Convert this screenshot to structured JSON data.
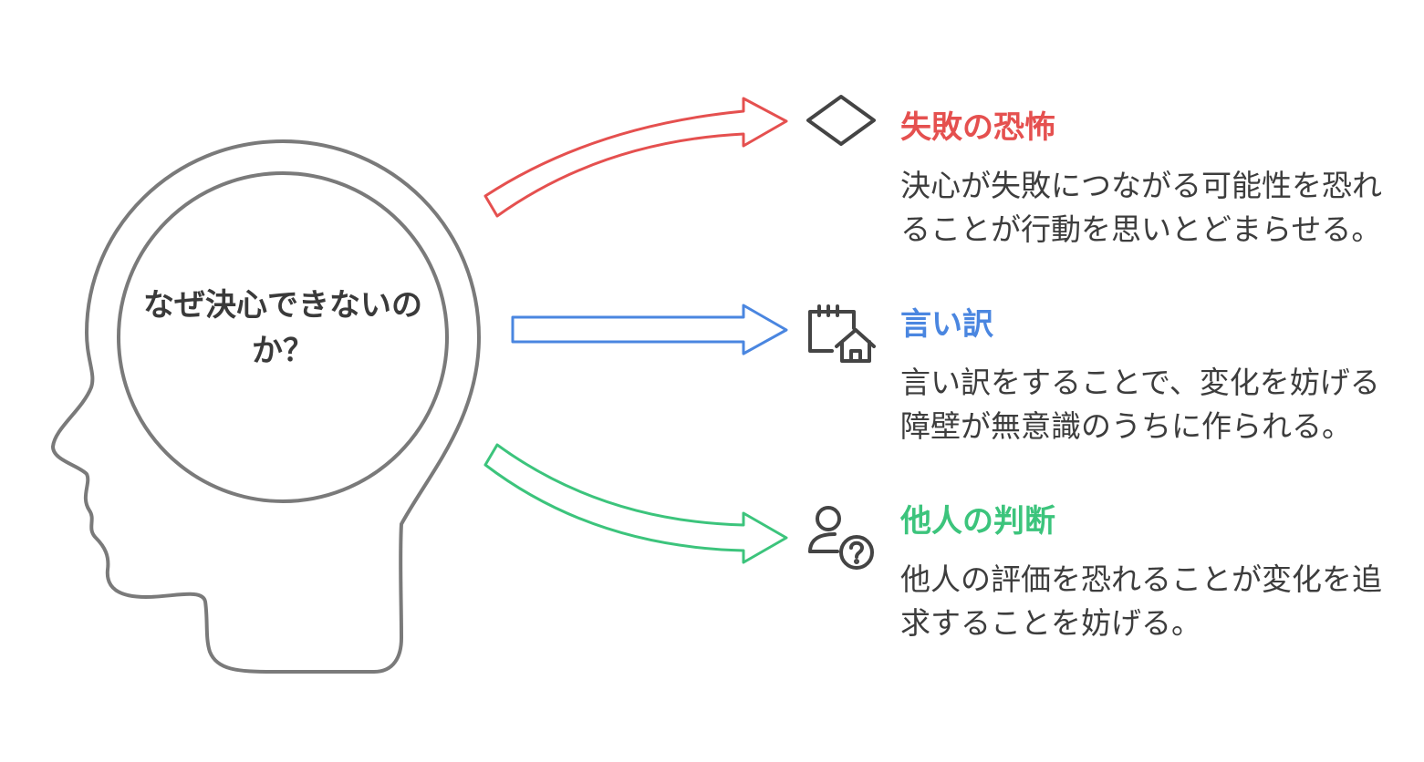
{
  "center_label": "なぜ決心できないのか？",
  "colors": {
    "red": "#e5504f",
    "blue": "#4a86e0",
    "green": "#3cc47c",
    "outline": "#7a7a7a",
    "icon": "#444444"
  },
  "items": [
    {
      "title": "失敗の恐怖",
      "icon": "diamond-icon",
      "text": "決心が失敗につながる可能性を恐れることが行動を思いとどまらせる。"
    },
    {
      "title": "言い訳",
      "icon": "calendar-home-icon",
      "text": "言い訳をすることで、変化を妨げる障壁が無意識のうちに作られる。"
    },
    {
      "title": "他人の判断",
      "icon": "user-question-icon",
      "text": "他人の評価を恐れることが変化を追求することを妨げる。"
    }
  ]
}
